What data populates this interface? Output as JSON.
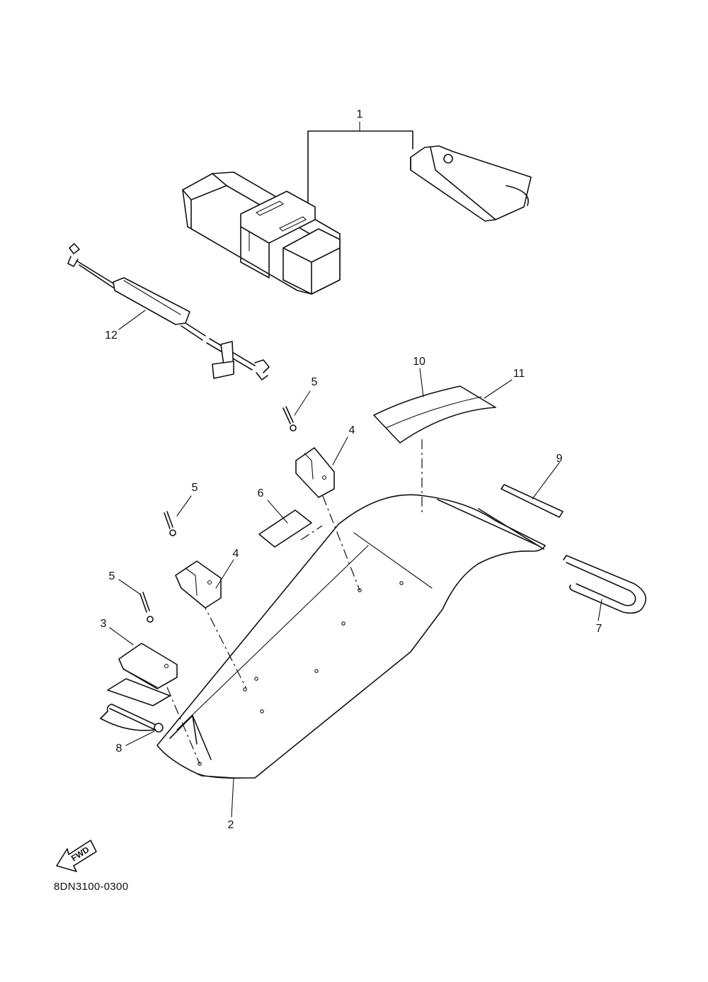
{
  "diagram": {
    "catalog_code": "8DN3100-0300",
    "direction_arrow_text": "FWD",
    "callouts": [
      "1",
      "2",
      "3",
      "4",
      "4",
      "5",
      "5",
      "5",
      "6",
      "7",
      "8",
      "9",
      "10",
      "11",
      "12"
    ]
  }
}
